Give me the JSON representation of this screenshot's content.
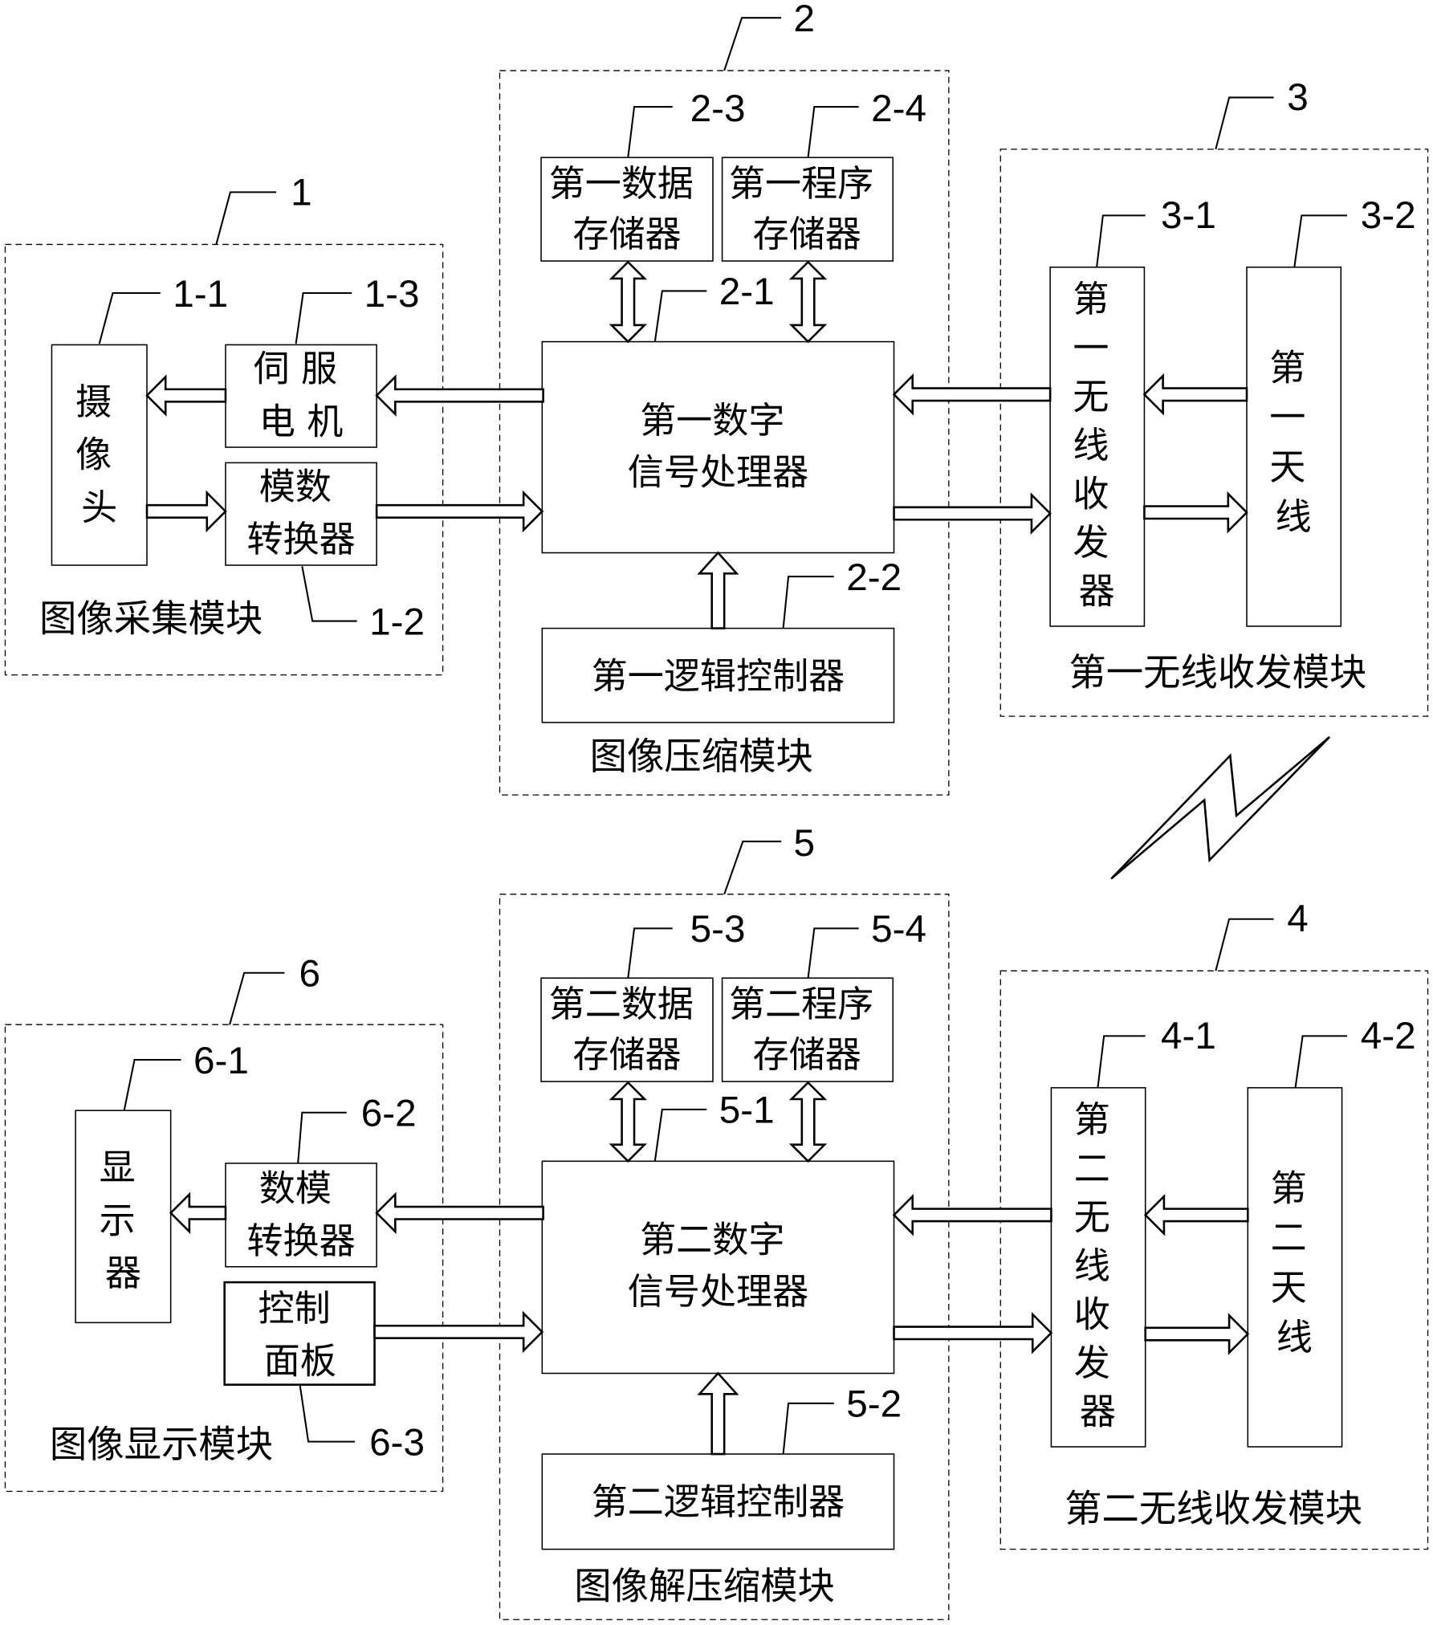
{
  "diagram_title": "",
  "modules": {
    "m1": {
      "ref": "1",
      "label": "图像采集模块",
      "camera": {
        "ref": "1-1",
        "lines": [
          "摄",
          "像",
          "头"
        ]
      },
      "adc": {
        "ref": "1-2",
        "lines": [
          "模数",
          "转换器"
        ]
      },
      "servo": {
        "ref": "1-3",
        "lines": [
          "伺 服",
          "电 机"
        ]
      }
    },
    "m2": {
      "ref": "2",
      "label": "图像压缩模块",
      "dsp": {
        "ref": "2-1",
        "lines": [
          "第一数字",
          "信号处理器"
        ]
      },
      "logic": {
        "ref": "2-2",
        "text": "第一逻辑控制器"
      },
      "data_mem": {
        "ref": "2-3",
        "lines": [
          "第一数据",
          "存储器"
        ]
      },
      "prog_mem": {
        "ref": "2-4",
        "lines": [
          "第一程序",
          "存储器"
        ]
      }
    },
    "m3": {
      "ref": "3",
      "label": "第一无线收发模块",
      "transceiver": {
        "ref": "3-1",
        "lines": [
          "第",
          "一",
          "无",
          "线",
          "收",
          "发",
          "器"
        ]
      },
      "antenna": {
        "ref": "3-2",
        "lines": [
          "第",
          "一",
          "天",
          "线"
        ]
      }
    },
    "m4": {
      "ref": "4",
      "label": "第二无线收发模块",
      "transceiver": {
        "ref": "4-1",
        "lines": [
          "第",
          "二",
          "无",
          "线",
          "收",
          "发",
          "器"
        ]
      },
      "antenna": {
        "ref": "4-2",
        "lines": [
          "第",
          "二",
          "天",
          "线"
        ]
      }
    },
    "m5": {
      "ref": "5",
      "label": "图像解压缩模块",
      "dsp": {
        "ref": "5-1",
        "lines": [
          "第二数字",
          "信号处理器"
        ]
      },
      "logic": {
        "ref": "5-2",
        "text": "第二逻辑控制器"
      },
      "data_mem": {
        "ref": "5-3",
        "lines": [
          "第二数据",
          "存储器"
        ]
      },
      "prog_mem": {
        "ref": "5-4",
        "lines": [
          "第二程序",
          "存储器"
        ]
      }
    },
    "m6": {
      "ref": "6",
      "label": "图像显示模块",
      "display": {
        "ref": "6-1",
        "lines": [
          "显",
          "示",
          "器"
        ]
      },
      "dac": {
        "ref": "6-2",
        "lines": [
          "数模",
          "转换器"
        ]
      },
      "panel": {
        "ref": "6-3",
        "lines": [
          "控制",
          "面板"
        ]
      }
    }
  },
  "wireless_link": {
    "icon": "lightning-bolt-icon"
  }
}
